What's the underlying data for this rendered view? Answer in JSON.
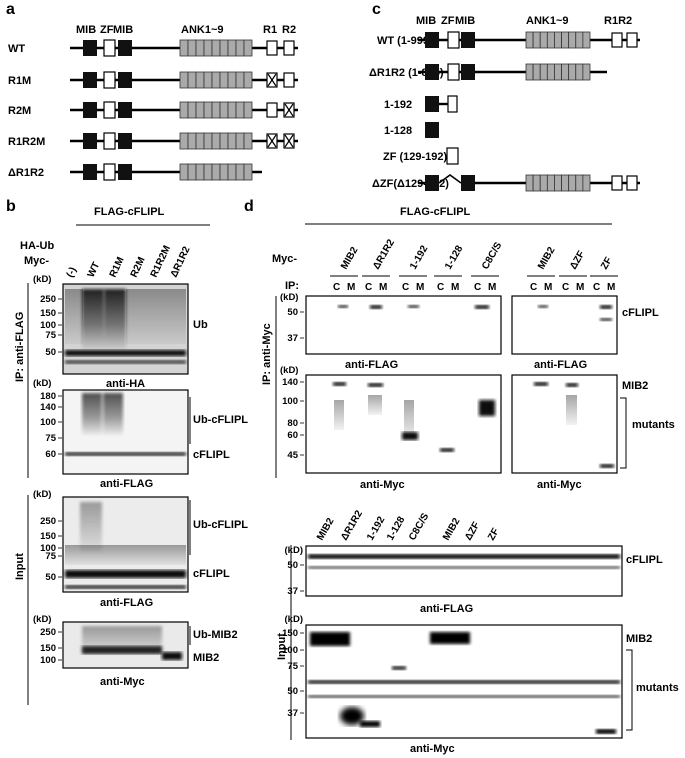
{
  "panel_a": {
    "letter": "a",
    "domains": {
      "mib1": "MIB",
      "zf": "ZF",
      "mib2": "MIB",
      "ank": "ANK1~9",
      "r1": "R1",
      "r2": "R2"
    },
    "constructs": [
      "WT",
      "R1M",
      "R2M",
      "R1R2M",
      "ΔR1R2"
    ]
  },
  "panel_c": {
    "letter": "c",
    "domains": {
      "mib1": "MIB",
      "zf": "ZF",
      "mib2": "MIB",
      "ank": "ANK1~9",
      "r1": "R1",
      "r2": "R2"
    },
    "constructs": [
      "WT (1-999)",
      "ΔR1R2 (1-875)",
      "1-192",
      "1-128",
      "ZF (129-192)",
      "ΔZF(Δ129-192)"
    ]
  },
  "panel_b": {
    "letter": "b",
    "top_label": "FLAG-cFLIPL",
    "row_labels": [
      "HA-Ub",
      "Myc-"
    ],
    "lanes": [
      "(-)",
      "WT",
      "R1M",
      "R2M",
      "R1R2M",
      "ΔR1R2"
    ],
    "section_ip": "IP: anti-FLAG",
    "section_input": "Input",
    "kd": "(kD)",
    "blots": [
      {
        "caption": "anti-HA",
        "markers": [
          "250",
          "150",
          "100",
          "75",
          "50"
        ],
        "bands": [
          "Ub"
        ]
      },
      {
        "caption": "anti-FLAG",
        "markers": [
          "180",
          "140",
          "100",
          "75",
          "60"
        ],
        "bands": [
          "Ub-cFLIPL",
          "cFLIPL"
        ]
      },
      {
        "caption": "anti-FLAG",
        "markers": [
          "250",
          "150",
          "100",
          "75",
          "50"
        ],
        "bands": [
          "Ub-cFLIPL",
          "cFLIPL"
        ]
      },
      {
        "caption": "anti-Myc",
        "markers": [
          "250",
          "150",
          "100"
        ],
        "bands": [
          "Ub-MIB2",
          "MIB2"
        ]
      }
    ]
  },
  "panel_d": {
    "letter": "d",
    "top_label": "FLAG-cFLIPL",
    "myc_label": "Myc-",
    "ip_label": "IP:",
    "groups_left": [
      "MIB2",
      "ΔR1R2",
      "1-192",
      "1-128",
      "C8C/S"
    ],
    "groups_right": [
      "MIB2",
      "ΔZF",
      "ZF"
    ],
    "cm": [
      "C",
      "M"
    ],
    "section_ip": "IP: anti-Myc",
    "section_input": "Input",
    "kd": "(kD)",
    "input_lanes": [
      "MIB2",
      "ΔR1R2",
      "1-192",
      "1-128",
      "C8C/S",
      "MIB2",
      "ΔZF",
      "ZF"
    ],
    "blots": [
      {
        "caption": "anti-FLAG",
        "markers": [
          "50",
          "37"
        ],
        "bands": [
          "cFLIPL"
        ]
      },
      {
        "caption": "anti-FLAG",
        "markers": [],
        "bands": []
      },
      {
        "caption": "anti-Myc",
        "markers": [
          "140",
          "100",
          "80",
          "60",
          "45"
        ],
        "bands": [
          "MIB2",
          "mutants"
        ]
      },
      {
        "caption": "anti-Myc",
        "markers": [],
        "bands": []
      },
      {
        "caption": "anti-FLAG",
        "markers": [
          "50",
          "37"
        ],
        "bands": [
          "cFLIPL"
        ]
      },
      {
        "caption": "anti-Myc",
        "markers": [
          "150",
          "100",
          "75",
          "50",
          "37"
        ],
        "bands": [
          "MIB2",
          "mutants"
        ]
      }
    ]
  }
}
